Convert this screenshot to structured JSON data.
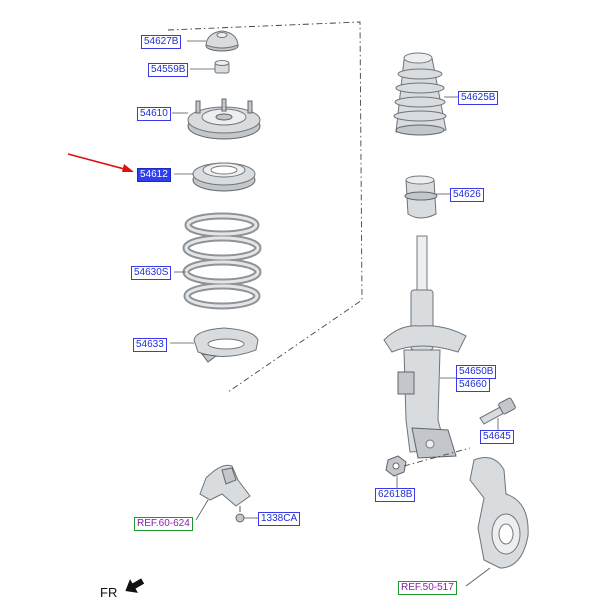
{
  "labels": {
    "p54627b": "54627B",
    "p54559b": "54559B",
    "p54610": "54610",
    "p54612": "54612",
    "p54630s": "54630S",
    "p54633": "54633",
    "p54625b": "54625B",
    "p54626": "54626",
    "p54650b": "54650B",
    "p54660": "54660",
    "p54645": "54645",
    "p62618b": "62618B",
    "p1338ca": "1338CA",
    "ref60624": "REF.60-624",
    "ref50517": "REF.50-517",
    "fr": "FR"
  },
  "colors": {
    "label_text": "#1e2fd6",
    "label_border": "#3a3ae8",
    "selected_fill": "#2f3ff0",
    "ref_text": "#8a1fa8",
    "ref_border": "#1b9a2e",
    "pointer_arrow": "#e01010"
  },
  "selected_part": "54612"
}
